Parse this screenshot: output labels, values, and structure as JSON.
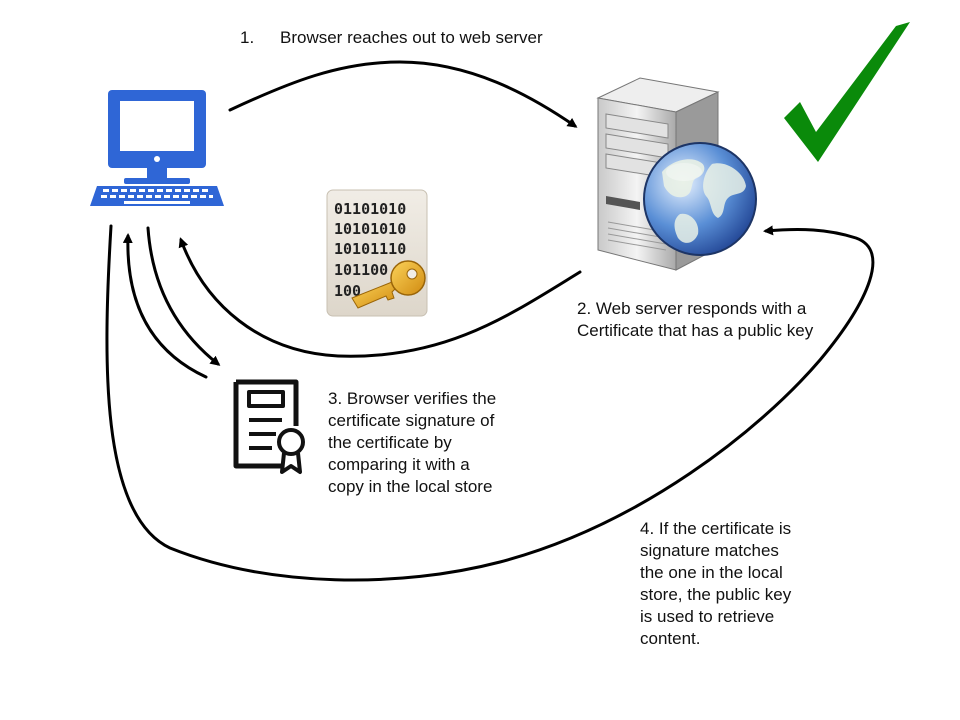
{
  "steps": {
    "step1": {
      "number": "1.",
      "text": "Browser reaches out to web server"
    },
    "step2": {
      "lines": [
        "2. Web server responds with a",
        "Certificate that has a public key"
      ]
    },
    "step3": {
      "lines": [
        "3. Browser verifies the",
        "certificate signature of",
        "the certificate by",
        "comparing it with a",
        "copy in the local store"
      ]
    },
    "step4": {
      "lines": [
        "4. If the certificate is",
        "signature matches",
        "the one in the local",
        "store, the public key",
        "is used to retrieve",
        "content."
      ]
    }
  },
  "binary_icon": {
    "rows": [
      "01101010",
      "10101010",
      "10101110",
      "101100",
      "100"
    ]
  },
  "icons": {
    "computer": "computer-icon",
    "server": "web-server-icon",
    "globe": "globe-icon",
    "key": "key-icon",
    "certificate": "certificate-icon",
    "checkmark": "checkmark-icon"
  },
  "colors": {
    "computer": "#2f66d6",
    "checkmark": "#0a8a0a",
    "arrow": "#000000",
    "key": "#e8a81f"
  }
}
